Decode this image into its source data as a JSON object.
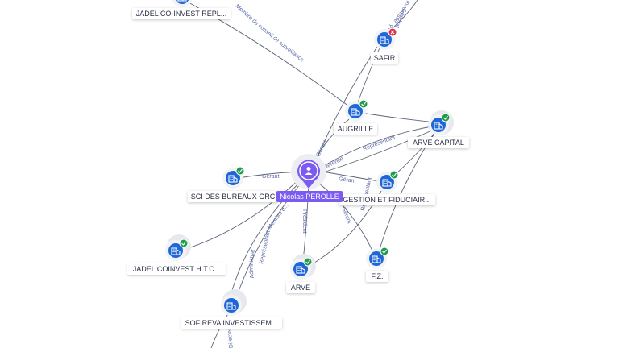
{
  "center": {
    "name": "Nicolas PEROLLE",
    "icon": "person-icon",
    "color": "#7c5cf0"
  },
  "colors": {
    "edge": "#5e6478",
    "edge_label": "#5a6aa8",
    "node": "#1f66d6",
    "ok": "#1e9c4a",
    "error": "#e0334a",
    "label_text": "#2a2f45"
  },
  "companies": [
    {
      "key": "jadel-co-invest",
      "name": "JADEL CO-INVEST REPL...",
      "status": "ok",
      "icon": "company-icon"
    },
    {
      "key": "safir",
      "name": "SAFIR",
      "status": "error",
      "icon": "company-icon"
    },
    {
      "key": "augrille",
      "name": "AUGRILLE",
      "status": "ok",
      "icon": "company-icon"
    },
    {
      "key": "arve-capital",
      "name": "ARVE CAPITAL",
      "status": "ok",
      "icon": "company-icon"
    },
    {
      "key": "sci-bureaux",
      "name": "SCI DES BUREAUX GRC",
      "status": "ok",
      "icon": "company-icon"
    },
    {
      "key": "gestion-fiduciaire",
      "name": "GESTION ET FIDUCIAIR...",
      "status": "ok",
      "icon": "company-icon"
    },
    {
      "key": "jadel-coinvest-htc",
      "name": "JADEL COINVEST H.T.C...",
      "status": "ok",
      "icon": "company-icon"
    },
    {
      "key": "arve",
      "name": "ARVE",
      "status": "ok",
      "icon": "company-icon"
    },
    {
      "key": "fz",
      "name": "F.Z.",
      "status": "ok",
      "icon": "company-icon"
    },
    {
      "key": "sofireva",
      "name": "SOFIREVA INVESTISSEM...",
      "status": "none",
      "icon": "company-icon"
    }
  ],
  "edge_labels": {
    "membre_surveillance": "Membre du conseil de surveillance",
    "president": "Président",
    "general": "Général",
    "investissement": "Investissement",
    "gerant": "Gérant",
    "representant": "Représentant",
    "reference": "Référence",
    "membre": "Membre d...",
    "administration": "Administration",
    "directeur": "Directeur"
  }
}
